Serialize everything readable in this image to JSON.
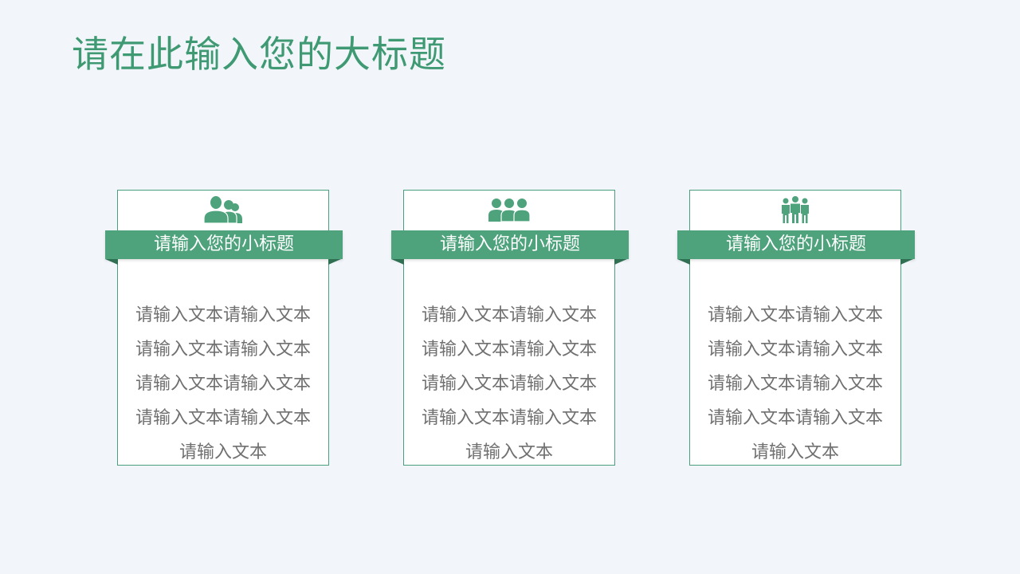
{
  "slide": {
    "title": "请在此输入您的大标题",
    "accent_color": "#4ea37c",
    "title_color": "#3f9a74",
    "background_color": "#f2f6fa"
  },
  "cards": [
    {
      "icon": "user-group-icon",
      "subtitle": "请输入您的小标题",
      "lines": [
        "请输入文本请输入文本",
        "请输入文本请输入文本",
        "请输入文本请输入文本",
        "请输入文本请输入文本",
        "请输入文本"
      ]
    },
    {
      "icon": "team-icon",
      "subtitle": "请输入您的小标题",
      "lines": [
        "请输入文本请输入文本",
        "请输入文本请输入文本",
        "请输入文本请输入文本",
        "请输入文本请输入文本",
        "请输入文本"
      ]
    },
    {
      "icon": "business-team-icon",
      "subtitle": "请输入您的小标题",
      "lines": [
        "请输入文本请输入文本",
        "请输入文本请输入文本",
        "请输入文本请输入文本",
        "请输入文本请输入文本",
        "请输入文本"
      ]
    }
  ]
}
